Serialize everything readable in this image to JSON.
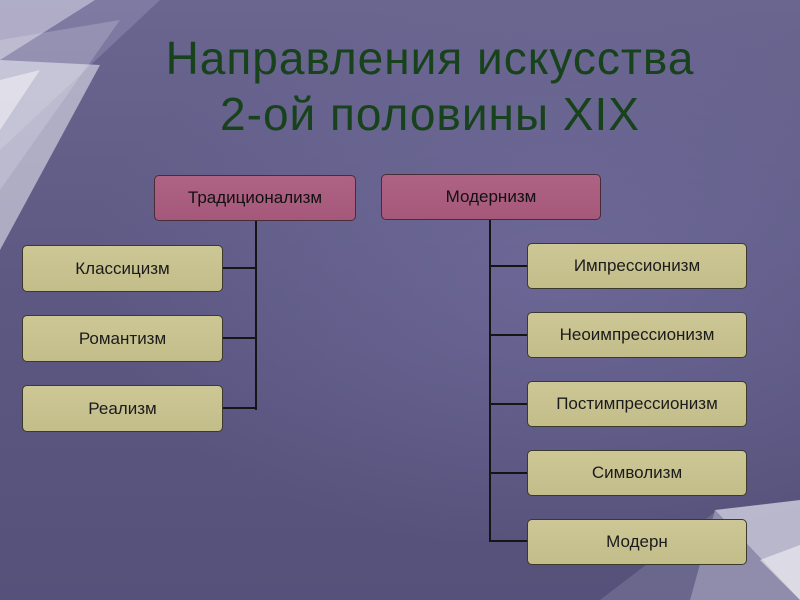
{
  "title_line1": "Направления искусства",
  "title_line2": "2-ой половины XIX",
  "traditionalism": {
    "label": "Традиционализм",
    "children": [
      "Классицизм",
      "Романтизм",
      "Реализм"
    ]
  },
  "modernism": {
    "label": "Модернизм",
    "children": [
      "Импрессионизм",
      "Неоимпрессионизм",
      "Постимпрессионизм",
      "Символизм",
      "Модерн"
    ]
  }
}
